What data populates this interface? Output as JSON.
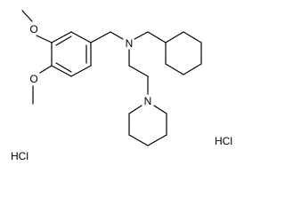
{
  "labels": {
    "o_upper": "O",
    "o_lower": "O",
    "n_amine": "N",
    "n_piperidine": "N",
    "salt_left": "HCl",
    "salt_right": "HCl"
  }
}
